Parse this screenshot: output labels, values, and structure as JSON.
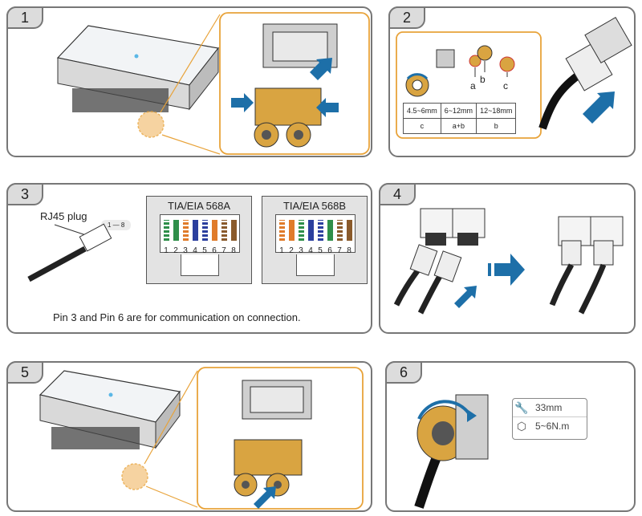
{
  "steps": [
    {
      "number": "1"
    },
    {
      "number": "2"
    },
    {
      "number": "3"
    },
    {
      "number": "4"
    },
    {
      "number": "5"
    },
    {
      "number": "6"
    }
  ],
  "step2": {
    "part_labels": [
      "a",
      "b",
      "c"
    ],
    "cable_table": {
      "diameters": [
        "4.5~6mm",
        "6~12mm",
        "12~18mm"
      ],
      "seals": [
        "c",
        "a+b",
        "b"
      ]
    }
  },
  "step3": {
    "plug_label": "RJ45 plug",
    "plug_pin_marker": "1 — 8",
    "standard_a": "TIA/EIA 568A",
    "standard_b": "TIA/EIA 568B",
    "pin_numbers": [
      "1",
      "2",
      "3",
      "4",
      "5",
      "6",
      "7",
      "8"
    ],
    "note": "Pin 3 and Pin 6 are for communication on connection."
  },
  "step6": {
    "wrench_size": "33mm",
    "torque": "5~6N.m"
  },
  "colors": {
    "accent_orange": "#e8a33a",
    "arrow_blue": "#1d6fa8",
    "connector_gold": "#d9a441",
    "panel_border": "#777777",
    "tab_fill": "#dcdcdc"
  }
}
